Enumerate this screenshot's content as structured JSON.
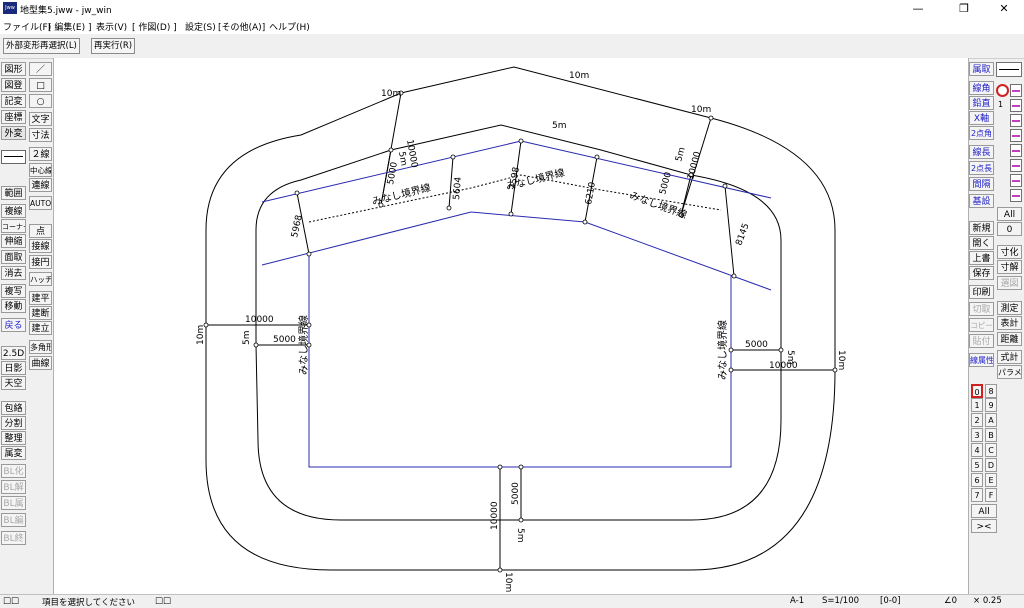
{
  "window": {
    "title": "地型集5.jww - jw_win",
    "icon_text": "Jww",
    "minimize": "—",
    "maximize": "❐",
    "close": "✕"
  },
  "menu": [
    "ファイル(F)",
    "[ 編集(E) ]",
    "表示(V)",
    "[ 作図(D) ]",
    "設定(S)",
    "[その他(A)]",
    "ヘルプ(H)"
  ],
  "toolbar": {
    "reselect": "外部変形再選択(L)",
    "redo": "再実行(R)"
  },
  "left_tools": {
    "col1": [
      "図形",
      "図登",
      "記変",
      "座標",
      "外変",
      "範囲",
      "複線",
      "コーナー",
      "伸縮",
      "面取",
      "消去",
      "複写",
      "移動",
      "戻る",
      "2.5D",
      "日影",
      "天空",
      "包絡",
      "分割",
      "整理",
      "属変",
      "BL化",
      "BL解",
      "BL属",
      "BL編",
      "BL終"
    ],
    "col2": [
      "／",
      "□",
      "○",
      "文字",
      "寸法",
      "２線",
      "中心線",
      "連線",
      "AUTO",
      "点",
      "接線",
      "接円",
      "ハッチ",
      "建平",
      "建断",
      "建立",
      "多角形",
      "曲線"
    ]
  },
  "right_tools": {
    "col1": [
      "属取",
      "線角",
      "鉛直",
      "X軸",
      "2点角",
      "線長",
      "2点長",
      "間隔",
      "基設",
      "新規",
      "開く",
      "上書",
      "保存",
      "印刷",
      "切取",
      "コピー",
      "貼付",
      "線属性"
    ],
    "col2": [
      "All",
      "0",
      "寸化",
      "寸解",
      "選図",
      "測定",
      "表計",
      "距離",
      "式計",
      "パラメ"
    ],
    "layer_numbers": [
      "1"
    ],
    "layer_grid_left": [
      "0",
      "1",
      "2",
      "3",
      "4",
      "5",
      "6",
      "7"
    ],
    "layer_grid_right": [
      "8",
      "9",
      "A",
      "B",
      "C",
      "D",
      "E",
      "F"
    ],
    "layer_all": "All",
    "layer_x": "><"
  },
  "drawing": {
    "dim_labels": [
      "10m",
      "10m",
      "10m",
      "5m",
      "5m",
      "5m",
      "10000",
      "5000",
      "5000",
      "10000",
      "5m",
      "5m",
      "10000",
      "5000",
      "10000",
      "5000",
      "10m",
      "10m",
      "10m",
      "5m",
      "5968",
      "5604",
      "7598",
      "6210",
      "5000",
      "10000",
      "8145"
    ],
    "boundary_label": "みなし境界線"
  },
  "status": {
    "left_boxes": "□□",
    "message": "項目を選択してください",
    "right_boxes": "□□",
    "layer": "A-1",
    "scale": "S=1/100",
    "group": "[0-0]",
    "angle": "∠0",
    "zoom": "× 0.25"
  }
}
